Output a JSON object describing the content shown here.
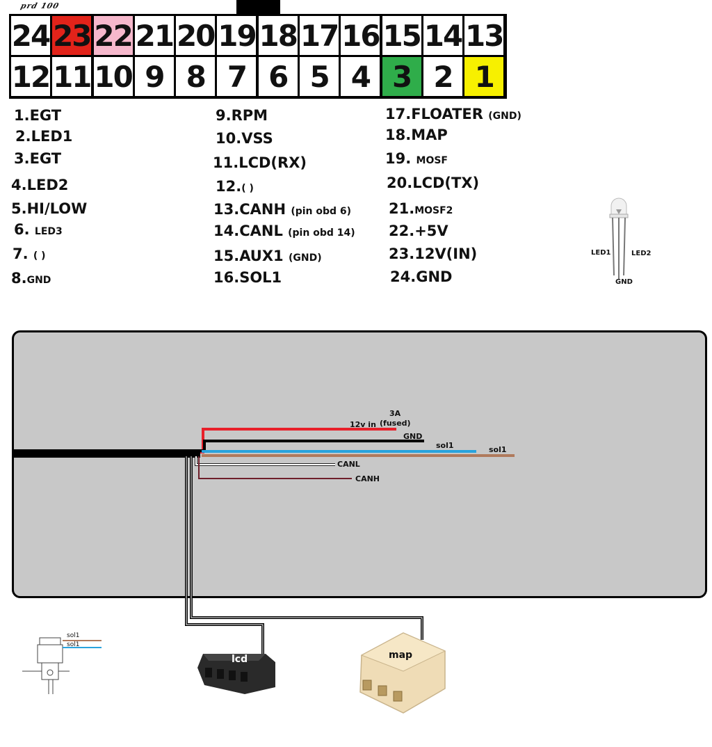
{
  "header": {
    "logo_text": "prd 100"
  },
  "connector": {
    "top_row": [
      "24",
      "23",
      "22",
      "21",
      "20",
      "19",
      "18",
      "17",
      "16",
      "15",
      "14",
      "13"
    ],
    "bottom_row": [
      "12",
      "11",
      "10",
      "9",
      "8",
      "7",
      "6",
      "5",
      "4",
      "3",
      "2",
      "1"
    ],
    "highlight_colors": {
      "23": "#e2231a",
      "22": "#f6b8cc",
      "3": "#2fad4a",
      "1": "#f7f000"
    }
  },
  "pin_list": {
    "p1": "1.EGT",
    "p2": "2.LED1",
    "p3": "3.EGT",
    "p4": "4.LED2",
    "p5": "5.HI/LOW",
    "p6_num": "6.",
    "p6_name": "LED3",
    "p7_num": "7.",
    "p7_name": "( )",
    "p8_num": "8.",
    "p8_name": "GND",
    "p9": "9.RPM",
    "p10": "10.VSS",
    "p11": "11.LCD(RX)",
    "p12_num": "12.",
    "p12_name": "( )",
    "p13": "13.CANH",
    "p13_note": "(pin obd 6)",
    "p14": "14.CANL",
    "p14_note": "(pin obd 14)",
    "p15": "15.AUX1",
    "p15_note": "(GND)",
    "p16": "16.SOL1",
    "p17": "17.FLOATER",
    "p17_note": "(GND)",
    "p18": "18.MAP",
    "p19_num": "19.",
    "p19_name": "MOSF",
    "p20": "20.LCD(TX)",
    "p21_num": "21.",
    "p21_name": "MOSF2",
    "p22": "22.+5V",
    "p23": "23.12V(IN)",
    "p24": "24.GND"
  },
  "led": {
    "led1": "LED1",
    "led2": "LED2",
    "gnd": "GND"
  },
  "wiring": {
    "fuse_label": "3A",
    "fused_label": "(fused)",
    "v12_label": "12v in",
    "gnd_label": "GND",
    "sol1_label_a": "sol1",
    "sol1_label_b": "sol1",
    "canl_label": "CANL",
    "canh_label": "CANH",
    "colors": {
      "red": "#e8202a",
      "black": "#000000",
      "blue": "#29a3dd",
      "brown": "#b07a5c",
      "white": "#ffffff",
      "darkred": "#6e1f2a"
    }
  },
  "connectors": {
    "lcd": "lcd",
    "map": "map"
  },
  "solenoid": {
    "wire1": "sol1",
    "wire2": "sol1"
  }
}
